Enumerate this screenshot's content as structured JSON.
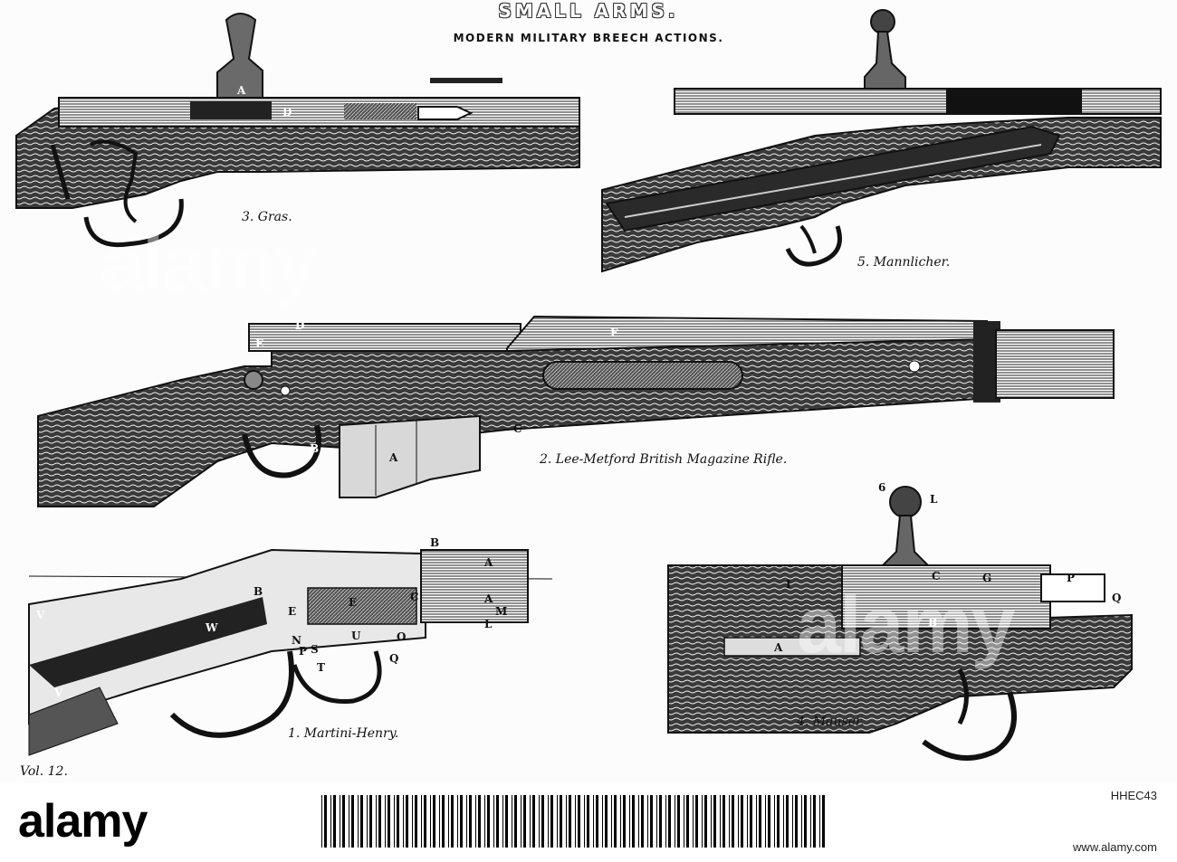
{
  "plate": {
    "title": "SMALL ARMS.",
    "subtitle": "MODERN MILITARY BREECH ACTIONS.",
    "volume": "Vol. 12."
  },
  "figures": {
    "gras": {
      "caption": "3. Gras.",
      "labels": [
        "A",
        "D"
      ]
    },
    "mannlicher": {
      "caption": "5. Mannlicher."
    },
    "lee_metford": {
      "caption": "2. Lee-Metford British Magazine Rifle.",
      "labels": [
        "D",
        "E",
        "F",
        "A",
        "B",
        "C"
      ]
    },
    "martini_henry": {
      "caption": "1. Martini-Henry.",
      "labels": [
        "B",
        "A",
        "A",
        "M",
        "L",
        "B",
        "E",
        "C",
        "E",
        "V",
        "W",
        "V",
        "N",
        "P",
        "S",
        "T",
        "U",
        "O",
        "Q"
      ]
    },
    "mauser": {
      "caption": "4. Mauser.",
      "labels": [
        "6",
        "L",
        "I",
        "C",
        "G",
        "P",
        "Q",
        "A",
        "B"
      ]
    }
  },
  "stock_strip": {
    "wordmark": "alamy",
    "image_id": "HHEC43",
    "site": "www.alamy.com"
  }
}
